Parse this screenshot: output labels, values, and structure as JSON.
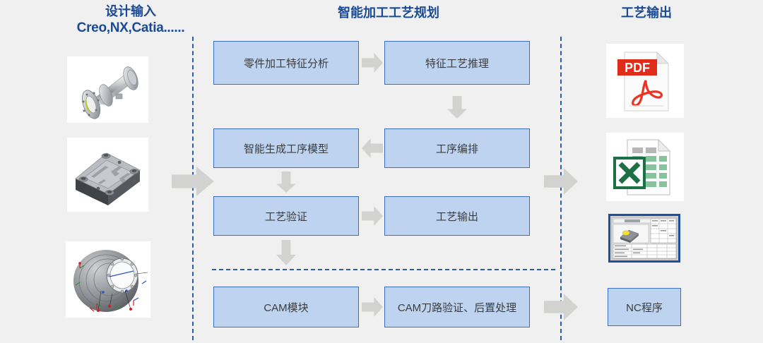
{
  "columns": {
    "left": {
      "title": "设计输入",
      "subtitle": "Creo,NX,Catia......"
    },
    "center": {
      "title": "智能加工工艺规划"
    },
    "right": {
      "title": "工艺输出"
    }
  },
  "colors": {
    "background": "#f0f0f0",
    "title_blue": "#1a4a94",
    "box_fill": "#bdd3f0",
    "box_border": "#3c6fbe",
    "box_text": "#3c3c3c",
    "arrow_gray": "#d2d2d0",
    "divider_blue": "#2b5cab",
    "pdf_red": "#e02d1b",
    "excel_green": "#1d7044"
  },
  "flow_boxes": [
    {
      "id": "part-feature-analysis",
      "label": "零件加工特征分析"
    },
    {
      "id": "feature-process-reasoning",
      "label": "特征工艺推理"
    },
    {
      "id": "smart-operation-model",
      "label": "智能生成工序模型"
    },
    {
      "id": "operation-sequencing",
      "label": "工序编排"
    },
    {
      "id": "process-verification",
      "label": "工艺验证"
    },
    {
      "id": "process-output",
      "label": "工艺输出"
    },
    {
      "id": "cam-module",
      "label": "CAM模块"
    },
    {
      "id": "cam-toolpath-post",
      "label": "CAM刀路验证、后置处理"
    },
    {
      "id": "nc-program",
      "label": "NC程序"
    }
  ],
  "input_models": [
    {
      "id": "shaft-housing-model",
      "name": "flanged-shaft-cad-model"
    },
    {
      "id": "mold-plate-model",
      "name": "mold-plate-cad-model"
    },
    {
      "id": "casing-model",
      "name": "engine-casing-cad-model"
    }
  ],
  "output_artifacts": [
    {
      "id": "pdf-output",
      "name": "pdf-file-icon",
      "label": "PDF"
    },
    {
      "id": "excel-output",
      "name": "excel-file-icon",
      "label": "X"
    },
    {
      "id": "process-sheet-output",
      "name": "process-sheet-screenshot"
    }
  ],
  "connectors": [
    {
      "id": "input-to-flow",
      "direction": "right"
    },
    {
      "id": "analysis-to-reasoning",
      "direction": "right"
    },
    {
      "id": "reasoning-to-sequencing",
      "direction": "down"
    },
    {
      "id": "sequencing-to-model",
      "direction": "left"
    },
    {
      "id": "model-to-verification",
      "direction": "down"
    },
    {
      "id": "verification-to-output",
      "direction": "right"
    },
    {
      "id": "output-to-cam",
      "direction": "down"
    },
    {
      "id": "cam-to-toolpath",
      "direction": "right"
    },
    {
      "id": "flow-to-artifacts",
      "direction": "right"
    },
    {
      "id": "toolpath-to-nc",
      "direction": "right"
    }
  ]
}
